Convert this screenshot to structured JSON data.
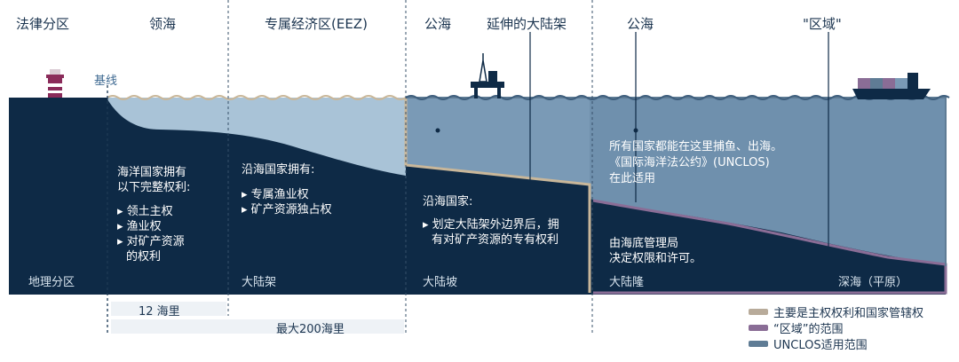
{
  "top_labels": {
    "legal_zones": "法律分区",
    "territorial_sea": "领海",
    "eez": "专属经济区(EEZ)",
    "high_seas_1": "公海",
    "extended_shelf": "延伸的大陆架",
    "high_seas_2": "公海",
    "area": "\"区域\""
  },
  "baseline": "基线",
  "coastal_state_full": {
    "title": [
      "海洋国家拥有",
      "以下完整权利:"
    ],
    "items": [
      "领土主权",
      "渔业权",
      "对矿产资源",
      "的权利"
    ]
  },
  "coastal_state_eez": {
    "title": "沿海国家拥有:",
    "items": [
      "专属渔业权",
      "矿产资源独占权"
    ]
  },
  "coastal_state_shelf": {
    "title": "沿海国家:",
    "items": [
      "划定大陆架外边界后，拥",
      "有对矿产资源的专有权利"
    ]
  },
  "high_seas_note": [
    "所有国家都能在这里捕鱼、出海。",
    "《国际海洋法公约》(UNCLOS)",
    "在此适用"
  ],
  "area_note": [
    "由海底管理局",
    "决定权限和许可。"
  ],
  "bottom_labels": {
    "geo_zones": "地理分区",
    "shelf": "大陆架",
    "slope": "大陆坡",
    "rise": "大陆隆",
    "abyssal": "深海（平原）"
  },
  "distances": {
    "nm12": "12 海里",
    "nm200": "最大200海里"
  },
  "legend": [
    {
      "label": "主要是主权权利和国家管辖权",
      "color": "#b8ab9a"
    },
    {
      "label": "“区域”的范围",
      "color": "#8a6d96"
    },
    {
      "label": "UNCLOS适用范围",
      "color": "#5f7c95"
    }
  ],
  "colors": {
    "ocean_dark": "#0e2a46",
    "water_light": "#a9c3d7",
    "water_mid": "#7fa0bb",
    "water_shelf": "#5f82a0",
    "wave": "#c9b79a"
  }
}
